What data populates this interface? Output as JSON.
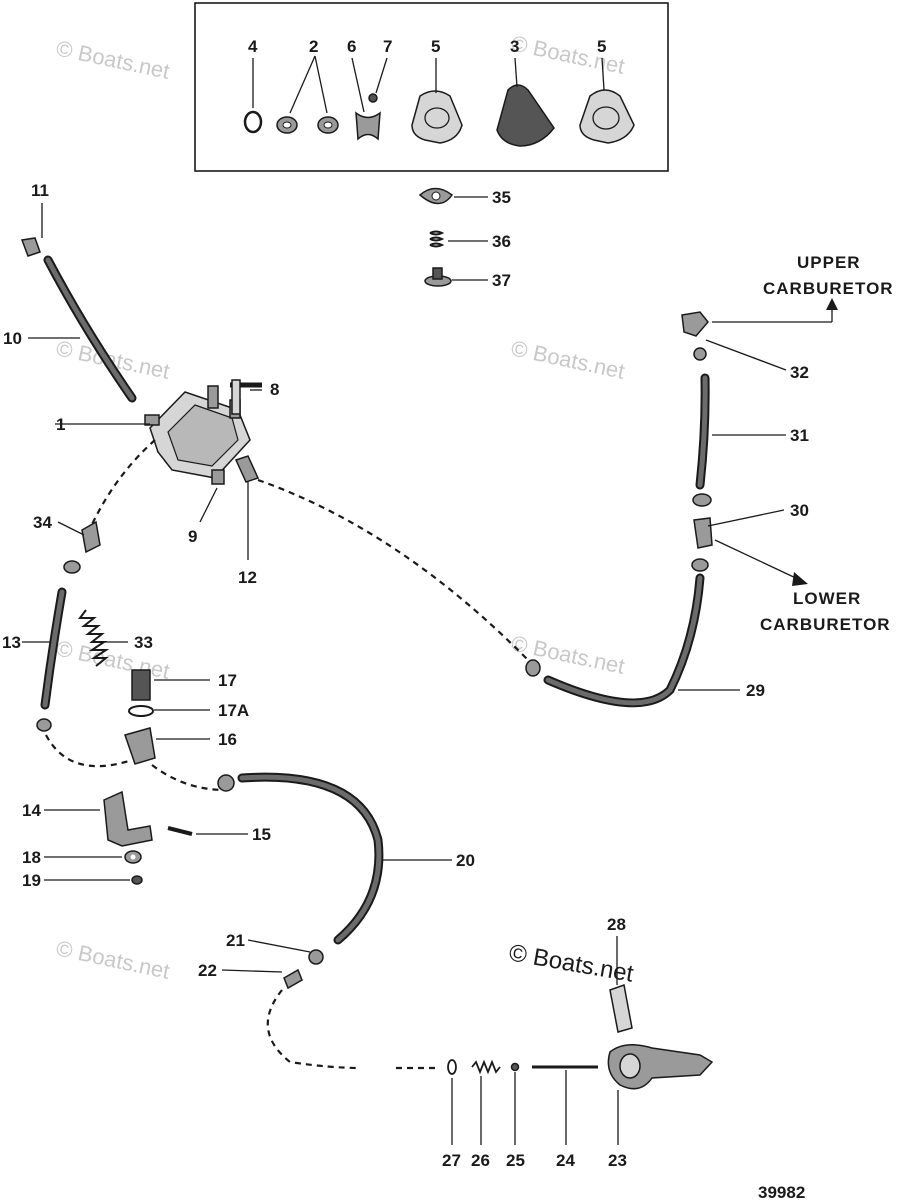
{
  "watermark": "© Boats.net",
  "figure_number": "39982",
  "notes": {
    "upper_line1": "UPPER",
    "upper_line2": "CARBURETOR",
    "lower_line1": "LOWER",
    "lower_line2": "CARBURETOR"
  },
  "callouts": {
    "c1": "1",
    "c2": "2",
    "c3": "3",
    "c4": "4",
    "c5a": "5",
    "c5b": "5",
    "c6": "6",
    "c7": "7",
    "c8": "8",
    "c9": "9",
    "c10": "10",
    "c11": "11",
    "c12": "12",
    "c13": "13",
    "c14": "14",
    "c15": "15",
    "c16": "16",
    "c17": "17",
    "c17a": "17A",
    "c18": "18",
    "c19": "19",
    "c20": "20",
    "c21": "21",
    "c22": "22",
    "c23": "23",
    "c24": "24",
    "c25": "25",
    "c26": "26",
    "c27": "27",
    "c28": "28",
    "c29": "29",
    "c30": "30",
    "c31": "31",
    "c32": "32",
    "c33": "33",
    "c34": "34",
    "c35": "35",
    "c36": "36",
    "c37": "37"
  }
}
